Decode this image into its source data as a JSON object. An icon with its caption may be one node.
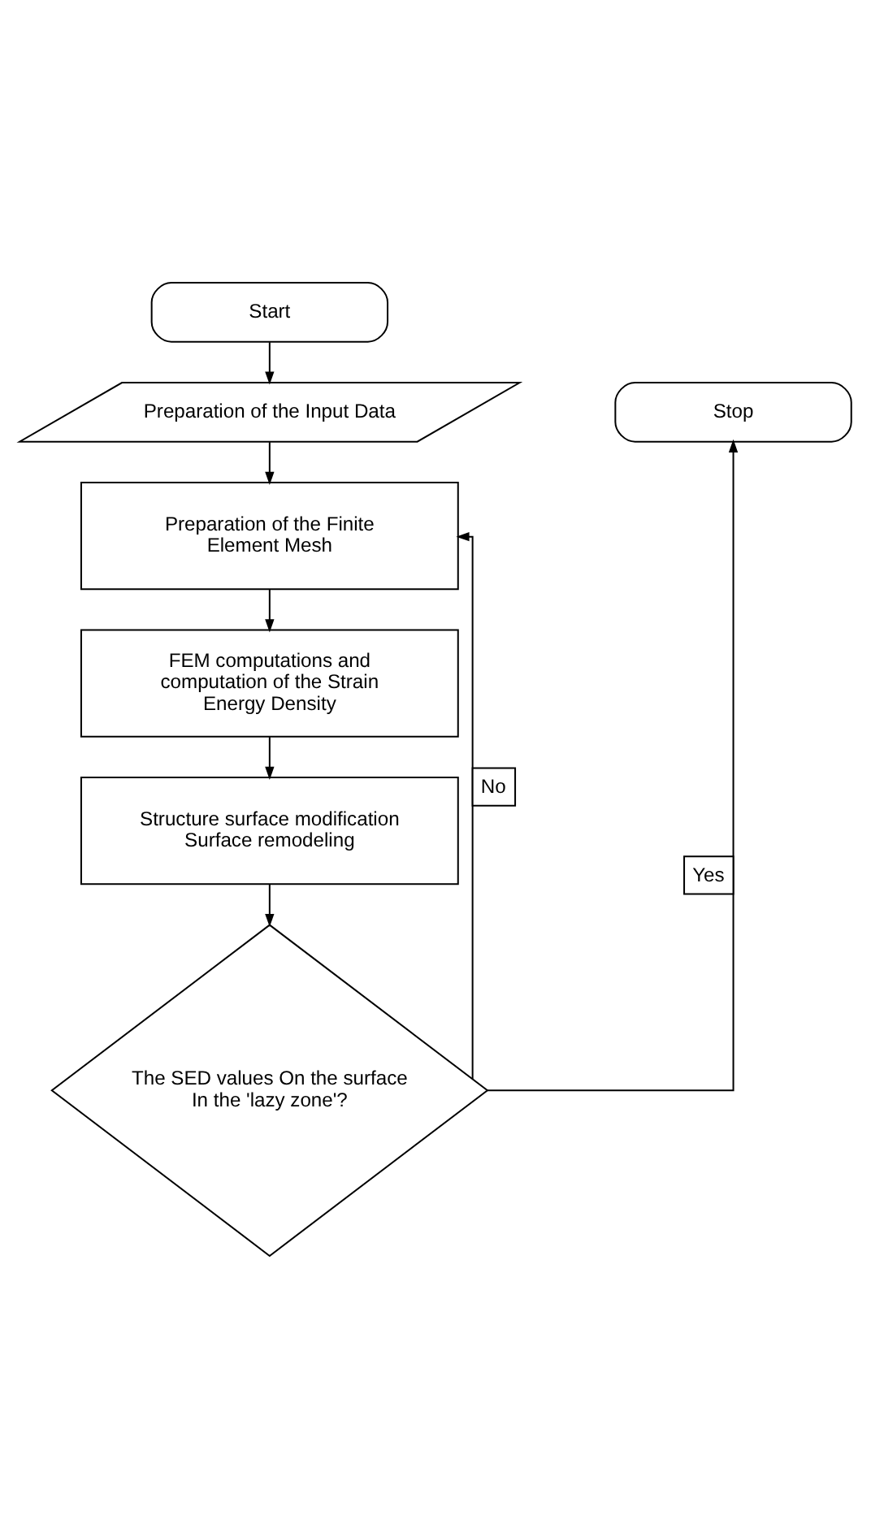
{
  "diagram": {
    "nodes": [
      {
        "text": [
          "Start"
        ]
      },
      {
        "text": [
          "Preparation of the Input Data"
        ]
      },
      {
        "text": [
          "Preparation of the Finite Element Mesh"
        ]
      },
      {
        "text": [
          "FEM computations and computation of the Strain Energy Density"
        ]
      },
      {
        "text": [
          "Structure surface modification Surface remodeling"
        ]
      },
      {
        "text": [
          "The SED values On the surface In the 'lazy zone'?"
        ]
      },
      {
        "text": [
          "Stop"
        ]
      }
    ],
    "edges": [
      {
        "from": 0,
        "to": 1,
        "arrow": "to"
      },
      {
        "from": 1,
        "to": 2,
        "arrow": "to"
      },
      {
        "from": 2,
        "to": 3,
        "arrow": "to"
      },
      {
        "from": 3,
        "to": 4,
        "arrow": "to"
      },
      {
        "from": 4,
        "to": 5,
        "arrow": "to"
      },
      {
        "from": 5,
        "to": 2,
        "arrow": "to",
        "label": "No"
      },
      {
        "from": 5,
        "to": 6,
        "arrow": "to",
        "label": "Yes"
      }
    ]
  }
}
